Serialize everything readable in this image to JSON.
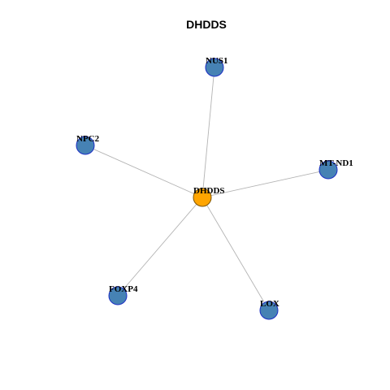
{
  "graph": {
    "title": "DHDDS",
    "center_node": {
      "id": "DHDDS",
      "label": "DHDDS",
      "fill": "#ffa500",
      "stroke": "#7f5500"
    },
    "neighbor_style": {
      "fill": "#4682b4",
      "stroke": "#1c2fc4"
    },
    "neighbors": [
      {
        "id": "NUS1",
        "label": "NUS1"
      },
      {
        "id": "NPC2",
        "label": "NPC2"
      },
      {
        "id": "MT-ND1",
        "label": "MT-ND1"
      },
      {
        "id": "FOXP4",
        "label": "FOXP4"
      },
      {
        "id": "LOX",
        "label": "LOX"
      }
    ],
    "edges": [
      {
        "source": "DHDDS",
        "target": "NUS1"
      },
      {
        "source": "DHDDS",
        "target": "NPC2"
      },
      {
        "source": "DHDDS",
        "target": "MT-ND1"
      },
      {
        "source": "DHDDS",
        "target": "FOXP4"
      },
      {
        "source": "DHDDS",
        "target": "LOX"
      }
    ],
    "edge_color": "#b3b3b3"
  }
}
